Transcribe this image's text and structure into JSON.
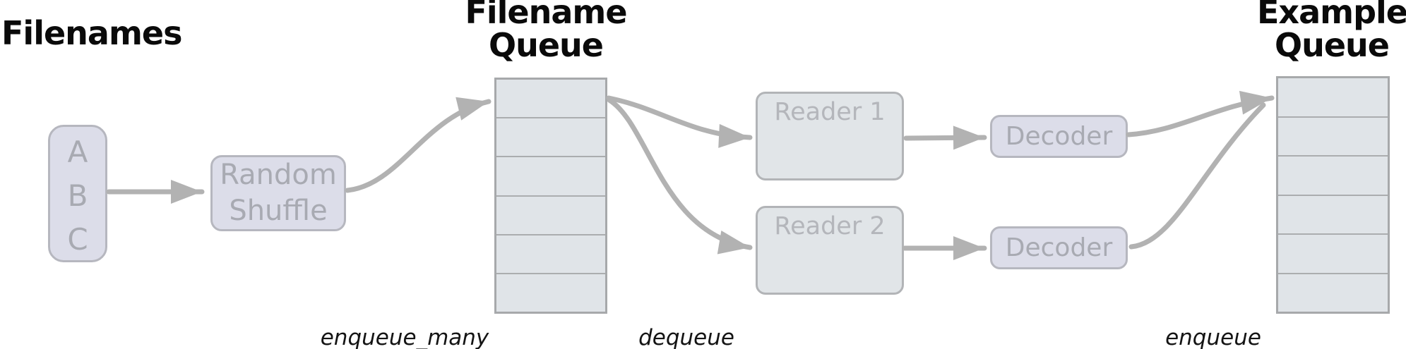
{
  "titles": {
    "filenames": "Filenames",
    "filename_queue": [
      "Filename",
      "Queue"
    ],
    "example_queue": [
      "Example",
      "Queue"
    ]
  },
  "nodes": {
    "filename_list": {
      "letters": [
        "A",
        "B",
        "C"
      ]
    },
    "random_shuffle": {
      "lines": [
        "Random",
        "Shuffle"
      ]
    },
    "reader_1": {
      "label": "Reader 1"
    },
    "reader_2": {
      "label": "Reader 2"
    },
    "decoder_1": {
      "label": "Decoder"
    },
    "decoder_2": {
      "label": "Decoder"
    }
  },
  "queues": {
    "filename_queue": {
      "cells": 6
    },
    "example_queue": {
      "cells": 6
    }
  },
  "operation_labels": {
    "enqueue_many": "enqueue_many",
    "dequeue": "dequeue",
    "enqueue": "enqueue"
  },
  "colors": {
    "arrow": "#b2b2b2",
    "title_text": "#0a0a0a",
    "operation_text": "#141414",
    "soft_box_fill": "#dcdde9",
    "soft_box_border": "#b6b7bf",
    "soft_box_text": "#a8aab2",
    "reader_fill": "#e1e5e8",
    "reader_border": "#b2b4b7",
    "reader_text": "#b4b6bb",
    "queue_fill": "#e0e4e8",
    "queue_border": "#a7a9ab",
    "queue_divider": "#abadaf"
  }
}
